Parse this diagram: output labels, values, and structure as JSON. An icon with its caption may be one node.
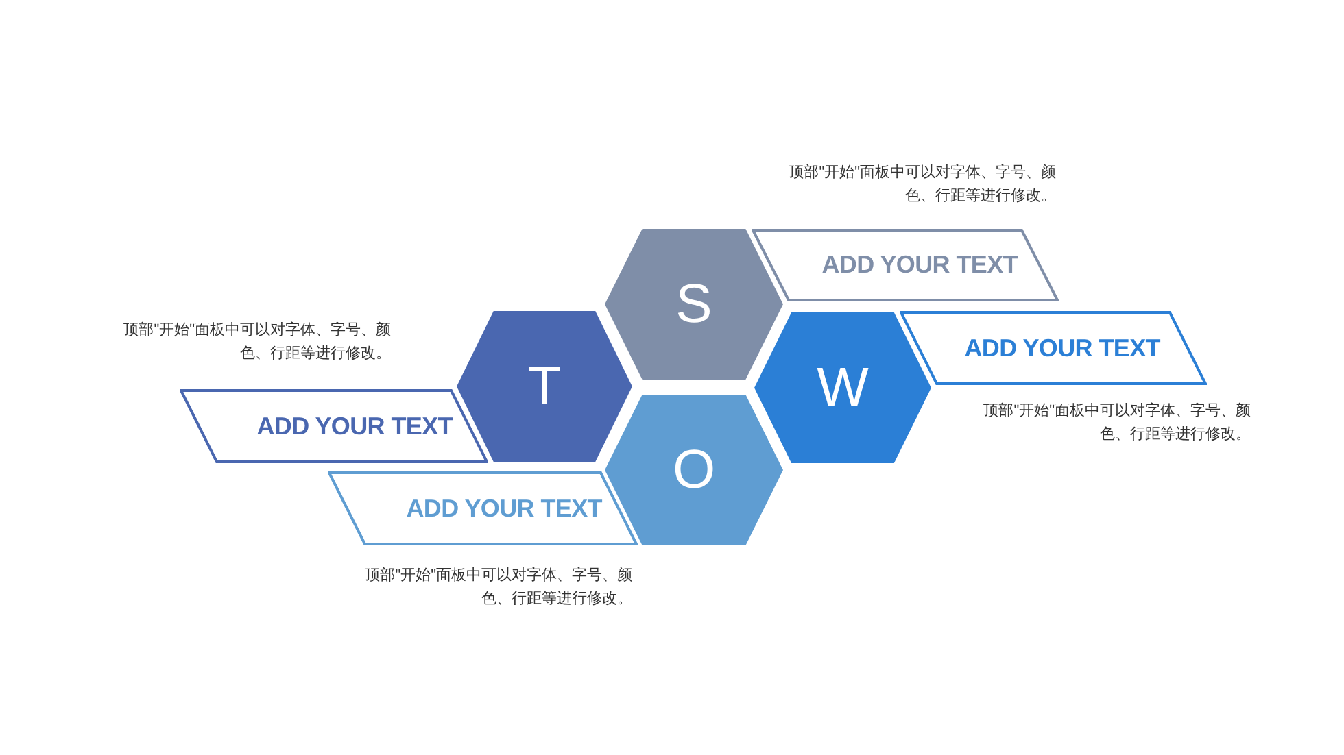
{
  "diagram": {
    "nodes": [
      {
        "text": [
          "S"
        ]
      },
      {
        "text": [
          "ADD YOUR TEXT"
        ],
        "beside": [
          "顶部\"开始\"面板中可以对字体、字号、颜色、行距等进行修改。"
        ]
      },
      {
        "text": [
          "T"
        ]
      },
      {
        "text": [
          "ADD YOUR TEXT"
        ],
        "beside": [
          "顶部\"开始\"面板中可以对字体、字号、颜色、行距等进行修改。"
        ]
      },
      {
        "text": [
          "W"
        ]
      },
      {
        "text": [
          "ADD YOUR TEXT"
        ],
        "beside": [
          "顶部\"开始\"面板中可以对字体、字号、颜色、行距等进行修改。"
        ]
      },
      {
        "text": [
          "O"
        ]
      },
      {
        "text": [
          "ADD YOUR TEXT"
        ],
        "beside": [
          "顶部\"开始\"面板中可以对字体、字号、颜色、行距等进行修改。"
        ]
      }
    ]
  }
}
